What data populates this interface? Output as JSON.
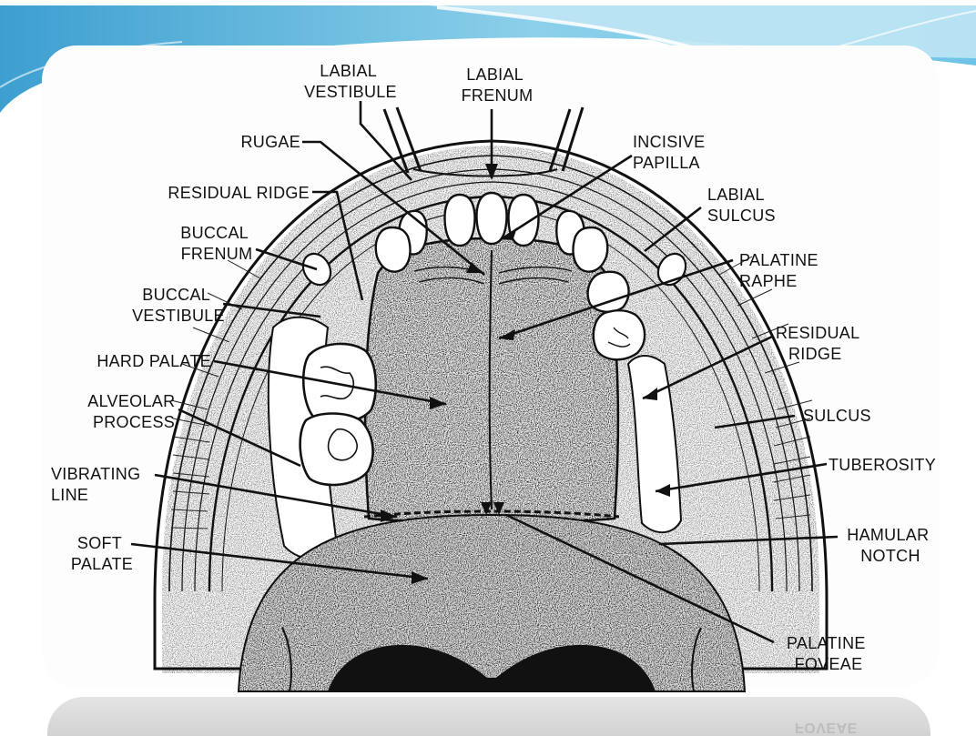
{
  "labels": {
    "labial_vestibule": [
      "LABIAL",
      "VESTIBULE"
    ],
    "labial_frenum": [
      "LABIAL",
      "FRENUM"
    ],
    "rugae": [
      "RUGAE"
    ],
    "incisive_papilla": [
      "INCISIVE",
      "PAPILLA"
    ],
    "residual_ridge_left": [
      "RESIDUAL RIDGE"
    ],
    "labial_sulcus": [
      "LABIAL",
      "SULCUS"
    ],
    "buccal_frenum": [
      "BUCCAL",
      "FRENUM"
    ],
    "palatine_raphe": [
      "PALATINE",
      "RAPHE"
    ],
    "buccal_vestibule": [
      "BUCCAL",
      "VESTIBULE"
    ],
    "residual_ridge_right": [
      "RESIDUAL",
      "RIDGE"
    ],
    "hard_palate": [
      "HARD PALATE"
    ],
    "alveolar_process": [
      "ALVEOLAR",
      "PROCESS"
    ],
    "sulcus": [
      "SULCUS"
    ],
    "vibrating_line": [
      "VIBRATING",
      "LINE"
    ],
    "tuberosity": [
      "TUBEROSITY"
    ],
    "soft_palate": [
      "SOFT",
      "PALATE"
    ],
    "hamular_notch": [
      "HAMULAR",
      "NOTCH"
    ],
    "palatine_foveae": [
      "PALATINE",
      "FOVEAE"
    ]
  },
  "reflection_text": "FOVEAE"
}
